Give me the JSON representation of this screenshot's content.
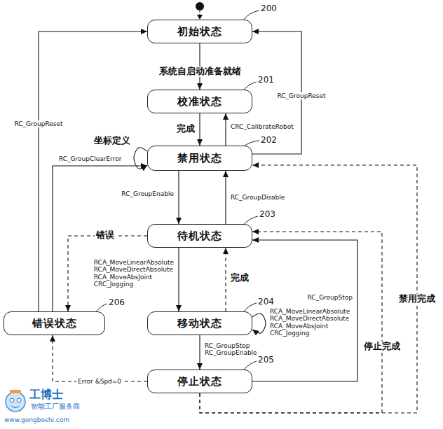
{
  "diagram": {
    "nodes": [
      {
        "text": [
          "初始状态"
        ]
      },
      {
        "text": [
          "校准状态"
        ]
      },
      {
        "text": [
          "禁用状态"
        ]
      },
      {
        "text": [
          "待机状态"
        ]
      },
      {
        "text": [
          "移动状态"
        ]
      },
      {
        "text": [
          "停止状态"
        ]
      },
      {
        "text": [
          "错误状态"
        ]
      }
    ],
    "edges": [
      {
        "from": 0,
        "to": 1,
        "arrow": "to",
        "label": "系统自启动准备就绪"
      },
      {
        "from": 1,
        "to": 2,
        "arrow": "to",
        "label": "完成"
      },
      {
        "from": 2,
        "to": 1,
        "arrow": "to",
        "label": "CRC_CalibrateRobot"
      },
      {
        "from": 2,
        "to": 0,
        "arrow": "to",
        "label": "RC_GroupReset"
      },
      {
        "from": 2,
        "to": 2,
        "arrow": "to",
        "label": "坐标定义"
      },
      {
        "from": 2,
        "to": 3,
        "arrow": "to",
        "label": "RC_GroupEnable"
      },
      {
        "from": 3,
        "to": 2,
        "arrow": "to",
        "label": "RC_GroupDisable"
      },
      {
        "from": 3,
        "to": 4,
        "arrow": "to",
        "label": "RCA_MoveLinearAbsolute RCA_MoveDirectAbsolute RCA_MoveAbsJoint CRC_Jogging"
      },
      {
        "from": 4,
        "to": 4,
        "arrow": "to",
        "label": "RCA_MoveLinearAbsolute RCA_MoveDirectAbsolute RCA_MoveAbsJoint CRC_Jogging"
      },
      {
        "from": 4,
        "to": 3,
        "arrow": "to",
        "label": "完成"
      },
      {
        "from": 4,
        "to": 5,
        "arrow": "to",
        "label": "RC_GroupStop RC_GroupEnable"
      },
      {
        "from": 5,
        "to": 6,
        "arrow": "to",
        "label": "Error &Spd=0"
      },
      {
        "from": 5,
        "to": 3,
        "arrow": "to",
        "label": "RC_GroupStop"
      },
      {
        "from": 5,
        "to": 3,
        "arrow": "to",
        "label": "停止完成"
      },
      {
        "from": 5,
        "to": 2,
        "arrow": "to",
        "label": "禁用完成"
      },
      {
        "from": 3,
        "to": 6,
        "arrow": "to",
        "label": "错误"
      },
      {
        "from": 6,
        "to": 0,
        "arrow": "to",
        "label": "RC_GroupReset"
      },
      {
        "from": 6,
        "to": 2,
        "arrow": "to",
        "label": "RC_GroupClearError"
      }
    ],
    "labels": [
      "200",
      "201",
      "202",
      "203",
      "204",
      "205",
      "206",
      "工博士",
      "智能工厂服务商",
      "www.gongboshi.com"
    ]
  }
}
